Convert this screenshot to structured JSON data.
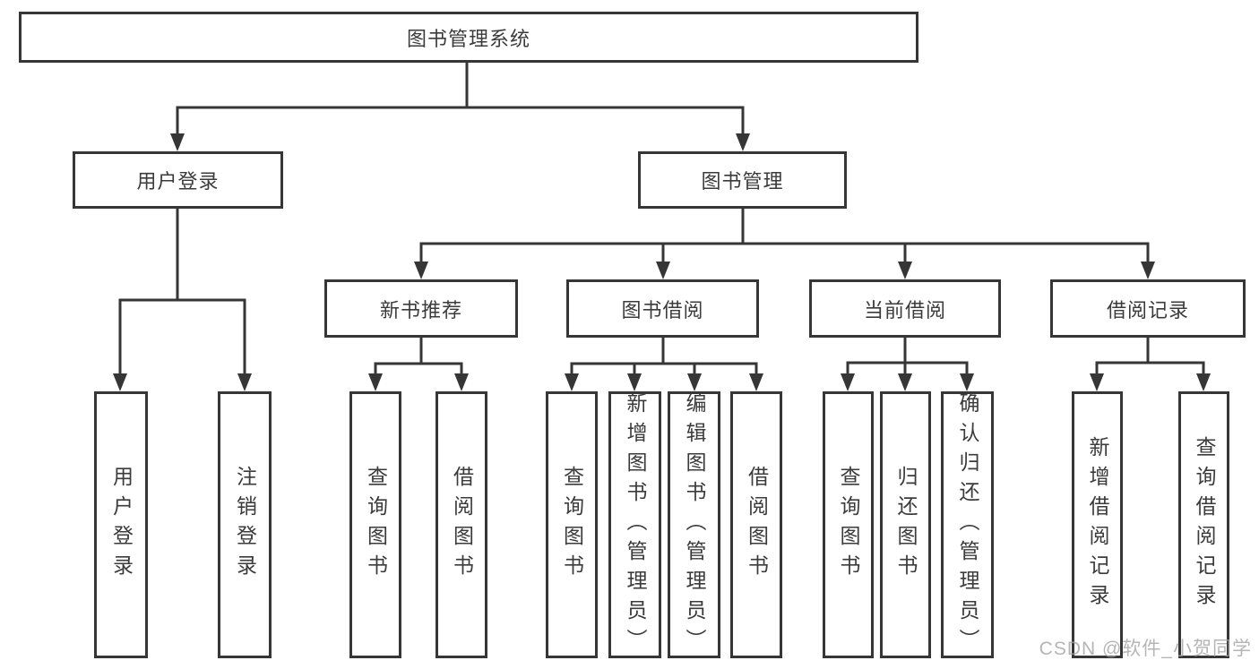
{
  "diagram_title": "图书管理系统",
  "colors": {
    "line": "#363636",
    "box_border": "#363636",
    "text": "#3b3b3b",
    "background": "#ffffff",
    "watermark": "#a3a3a3"
  },
  "tree": {
    "root": {
      "label": "图书管理系统",
      "children": [
        {
          "label": "用户登录",
          "children": [
            {
              "label": "用户登录"
            },
            {
              "label": "注销登录"
            }
          ]
        },
        {
          "label": "图书管理",
          "children": [
            {
              "label": "新书推荐",
              "children": [
                {
                  "label": "查询图书"
                },
                {
                  "label": "借阅图书"
                }
              ]
            },
            {
              "label": "图书借阅",
              "children": [
                {
                  "label": "查询图书"
                },
                {
                  "label": "新增图书（管理员）"
                },
                {
                  "label": "编辑图书（管理员）"
                },
                {
                  "label": "借阅图书"
                }
              ]
            },
            {
              "label": "当前借阅",
              "children": [
                {
                  "label": "查询图书"
                },
                {
                  "label": "归还图书"
                },
                {
                  "label": "确认归还（管理员）"
                }
              ]
            },
            {
              "label": "借阅记录",
              "children": [
                {
                  "label": "新增借阅记录"
                },
                {
                  "label": "查询借阅记录"
                }
              ]
            }
          ]
        }
      ]
    }
  },
  "watermark": {
    "text": "CSDN @软件_小贺同学"
  }
}
